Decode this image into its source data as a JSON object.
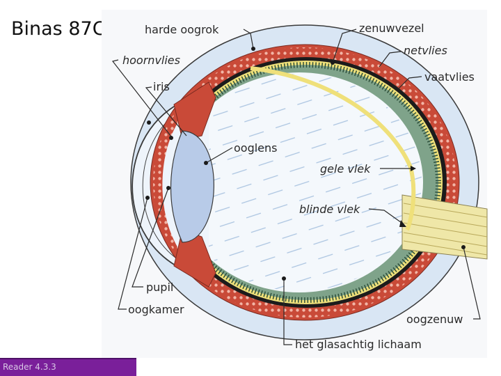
{
  "slide": {
    "title": "Binas 87C",
    "footer": "Reader 4.3.3"
  },
  "labels": {
    "harde_oogrok": "harde oogrok",
    "zenuwvezel": "zenuwvezel",
    "hoornvlies": "hoornvlies",
    "netvlies": "netvlies",
    "iris": "iris",
    "vaatvlies": "vaatvlies",
    "ooglens": "ooglens",
    "gele_vlek": "gele vlek",
    "blinde_vlek": "blinde vlek",
    "pupil": "pupil",
    "oogkamer": "oogkamer",
    "oogzenuw": "oogzenuw",
    "glasachtig": "het glasachtig lichaam"
  },
  "colors": {
    "sclera": "#d9e6f4",
    "choroid": "#c94a38",
    "choroid_dot": "#f0b3a4",
    "retina_green": "#7fa38a",
    "retina_yellow": "#efe07a",
    "vitreous": "#f4f8fc",
    "lens": "#b8cbe8",
    "nerve": "#efe7a8",
    "footer": "#7a1f9a"
  }
}
